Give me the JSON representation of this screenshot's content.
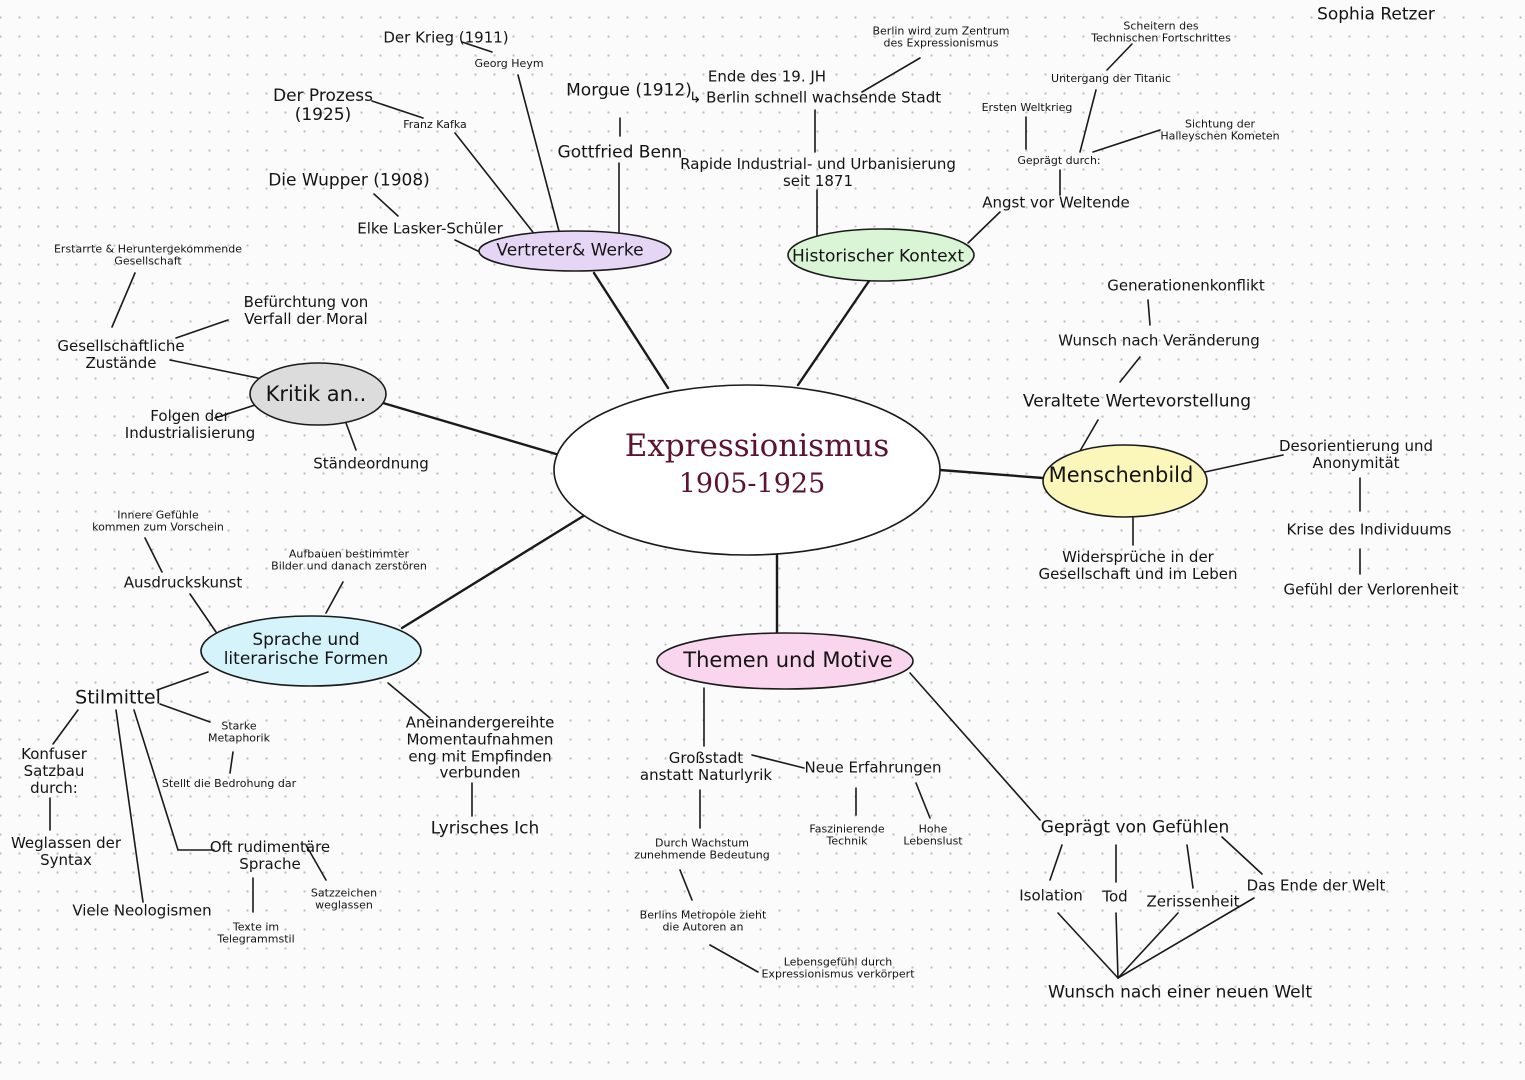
{
  "author": "Sophia Retzer",
  "center": {
    "title": "Expressionismus",
    "period": "1905-1925"
  },
  "colors": {
    "center_title": "#5c1231",
    "vertreter": "#e6d6f5",
    "historisch": "#d9f5d5",
    "kritik": "#dcdcdc",
    "menschenbild": "#fbf6b9",
    "sprache": "#d5f3fb",
    "themen": "#f9d5ee"
  },
  "branches": {
    "vertreter": {
      "label": "Vertreter& Werke",
      "items": {
        "krieg": "Der Krieg (1911)",
        "heym": "Georg Heym",
        "prozess": "Der Prozess\n(1925)",
        "kafka": "Franz Kafka",
        "morgue": "Morgue (1912)",
        "benn": "Gottfried Benn",
        "wupper": "Die Wupper (1908)",
        "lasker": "Elke Lasker-Schüler"
      }
    },
    "historisch": {
      "label": "Historischer Kontext",
      "items": {
        "berlin_zentrum": "Berlin wird zum Zentrum\ndes Expressionismus",
        "ende_19": "Ende des 19. JH",
        "berlin_wachsend": "↳ Berlin schnell wachsende Stadt",
        "industrial": "Rapide Industrial- und Urbanisierung\nseit 1871",
        "scheitern": "Scheitern des\nTechnischen Fortschrittes",
        "titanic": "Untergang der Titanic",
        "weltkrieg": "Ersten Weltkrieg",
        "sichtung": "Sichtung der\nHalleyschen Kometen",
        "gepraegt": "Geprägt durch:",
        "angst": "Angst vor Weltende"
      }
    },
    "kritik": {
      "label": "Kritik an..",
      "items": {
        "erstarrte": "Erstarrte & Heruntergekommende\nGesellschaft",
        "befuerchtung": "Befürchtung von\nVerfall der Moral",
        "gesellschaftliche": "Gesellschaftliche\nZustände",
        "folgen": "Folgen der\nIndustrialisierung",
        "staende": "Ständeordnung"
      }
    },
    "menschenbild": {
      "label": "Menschenbild",
      "items": {
        "generation": "Generationenkonflikt",
        "wunsch": "Wunsch nach Veränderung",
        "veraltete": "Veraltete Wertevorstellung",
        "desorientierung": "Desorientierung und\nAnonymität",
        "krise": "Krise des Individuums",
        "verlorenheit": "Gefühl der Verlorenheit",
        "widersprueche": "Widersprüche in der\nGesellschaft und im Leben"
      }
    },
    "sprache": {
      "label": "Sprache und\nliterarische Formen",
      "items": {
        "innere": "Innere Gefühle\nkommen zum Vorschein",
        "ausdruck": "Ausdruckskunst",
        "aufbauen": "Aufbauen bestimmter\nBilder und danach zerstören",
        "stilmittel": "Stilmittel",
        "metaphorik": "Starke\nMetaphorik",
        "bedrohung": "Stellt die Bedrohung dar",
        "konfuser": "Konfuser\nSatzbau\ndurch:",
        "weglassen": "Weglassen der\nSyntax",
        "neologismen": "Viele Neologismen",
        "rudimentaer": "Oft rudimentäre\nSprache",
        "telegramm": "Texte im\nTelegrammstil",
        "satzzeichen": "Satzzeichen\nweglassen",
        "aneinander": "Aneinandergereihte\nMomentaufnahmen\neng mit Empfinden\nverbunden",
        "lyrisch": "Lyrisches Ich"
      }
    },
    "themen": {
      "label": "Themen und Motive",
      "items": {
        "grossstadt": "Großstadt\nanstatt Naturlyrik",
        "erfahrungen": "Neue Erfahrungen",
        "technik": "Faszinierende\nTechnik",
        "lebenslust": "Hohe\nLebenslust",
        "wachstum": "Durch Wachstum\nzunehmende Bedeutung",
        "metropole": "Berlins Metropole zieht\ndie Autoren an",
        "lebensgefuehl": "Lebensgefühl durch\nExpressionismus verkörpert",
        "gefuehle": "Geprägt von Gefühlen",
        "isolation": "Isolation",
        "tod": "Tod",
        "zerrissenheit": "Zerissenheit",
        "ende_welt": "Das Ende der Welt",
        "neue_welt": "Wunsch nach einer neuen Welt"
      }
    }
  }
}
